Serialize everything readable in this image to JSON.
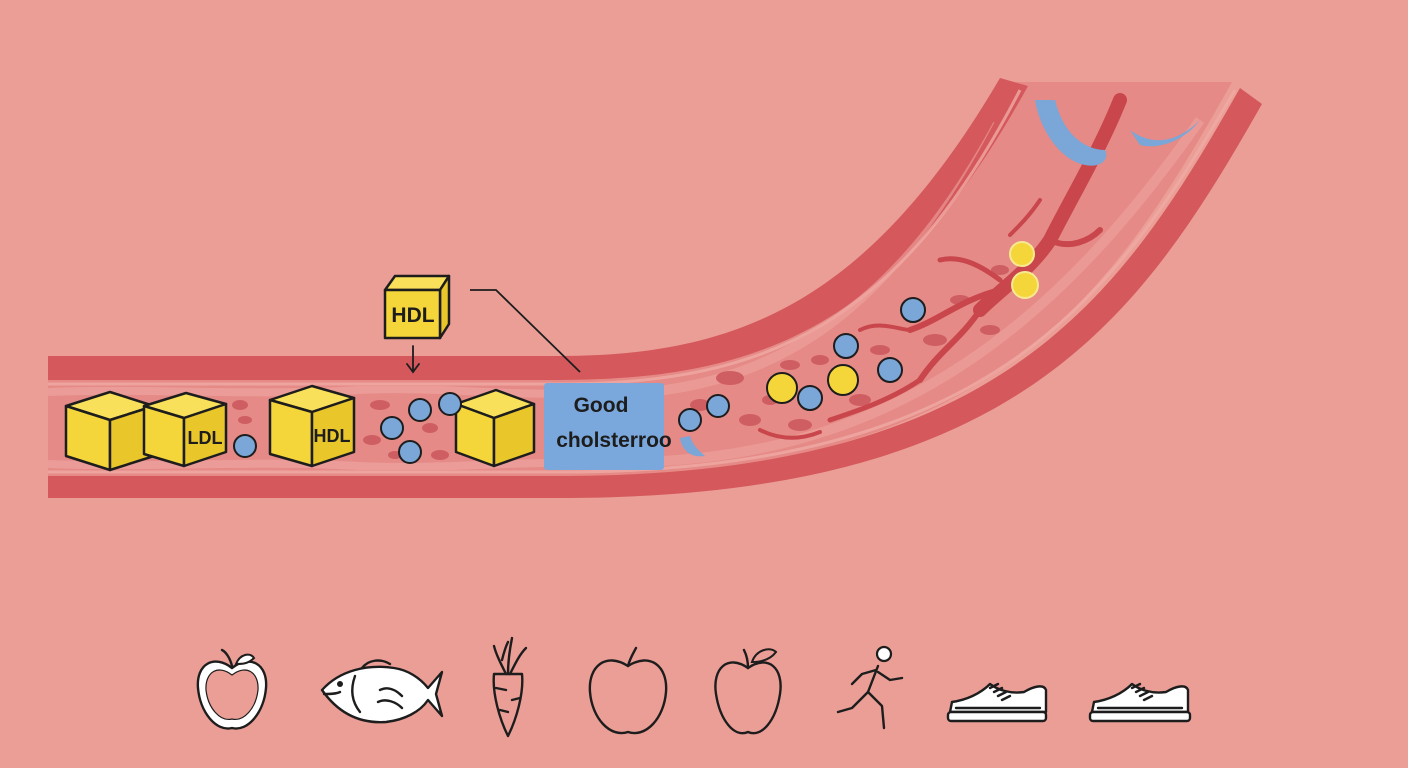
{
  "labels": {
    "hdl_box": "HDL",
    "ldl_cube": "LDL",
    "hdl_cube": "HDL",
    "good_line1": "Good",
    "good_line2": "cholsterroo"
  },
  "colors": {
    "background": "#eb9e96",
    "vessel_wall": "#d4585c",
    "vessel_inner": "#e58a86",
    "cube_yellow": "#f4d63a",
    "hdl_particle_blue": "#7aa6d8",
    "label_box_blue": "#7aa8dc",
    "red_cell": "#cf5e62"
  },
  "icons": [
    "apple-icon",
    "fish-icon",
    "carrot-icon",
    "apple-outline-icon",
    "apple-outline-icon",
    "runner-icon",
    "sneaker-icon",
    "sneaker-icon"
  ]
}
